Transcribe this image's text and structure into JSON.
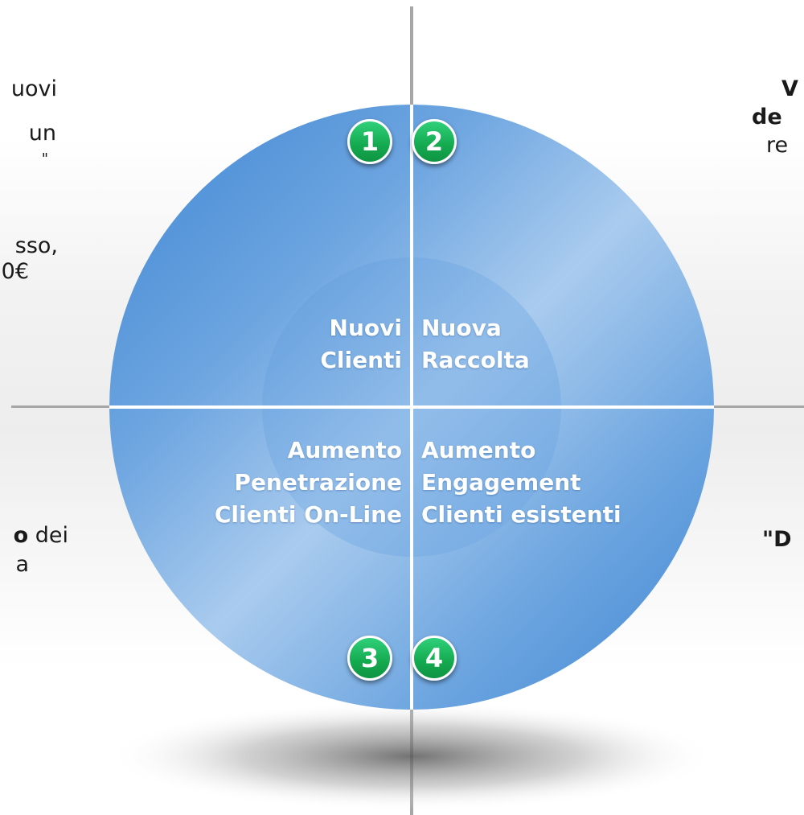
{
  "colors": {
    "circle_outer_dark": "#4f93d8",
    "circle_outer_light": "#a9cbee",
    "inner_circle": "#74a9e0",
    "axis": "#a6a6a6",
    "badge_green": "#14a94f",
    "text_white": "#ffffff"
  },
  "icons": {
    "badge_shape": "green-circle-number"
  },
  "quadrants": [
    {
      "number": "1",
      "line1": "Nuovi",
      "line2": "Clienti",
      "line3": ""
    },
    {
      "number": "2",
      "line1": "Nuova",
      "line2": "Raccolta",
      "line3": ""
    },
    {
      "number": "3",
      "line1": "Aumento",
      "line2": "Penetrazione",
      "line3": "Clienti On-Line"
    },
    {
      "number": "4",
      "line1": "Aumento",
      "line2": "Engagement",
      "line3": "Clienti esistenti"
    }
  ],
  "left_text": {
    "line1": "uovi",
    "line2": "un",
    "line3": "\"",
    "line4": "sso,",
    "line5": "0€",
    "line6_bold": "o",
    "line6_rest": " dei",
    "line7": "a"
  },
  "right_text": {
    "line1_bold": "V",
    "line2_bold": "de",
    "line3": "re",
    "line4_bold": "\"D"
  }
}
